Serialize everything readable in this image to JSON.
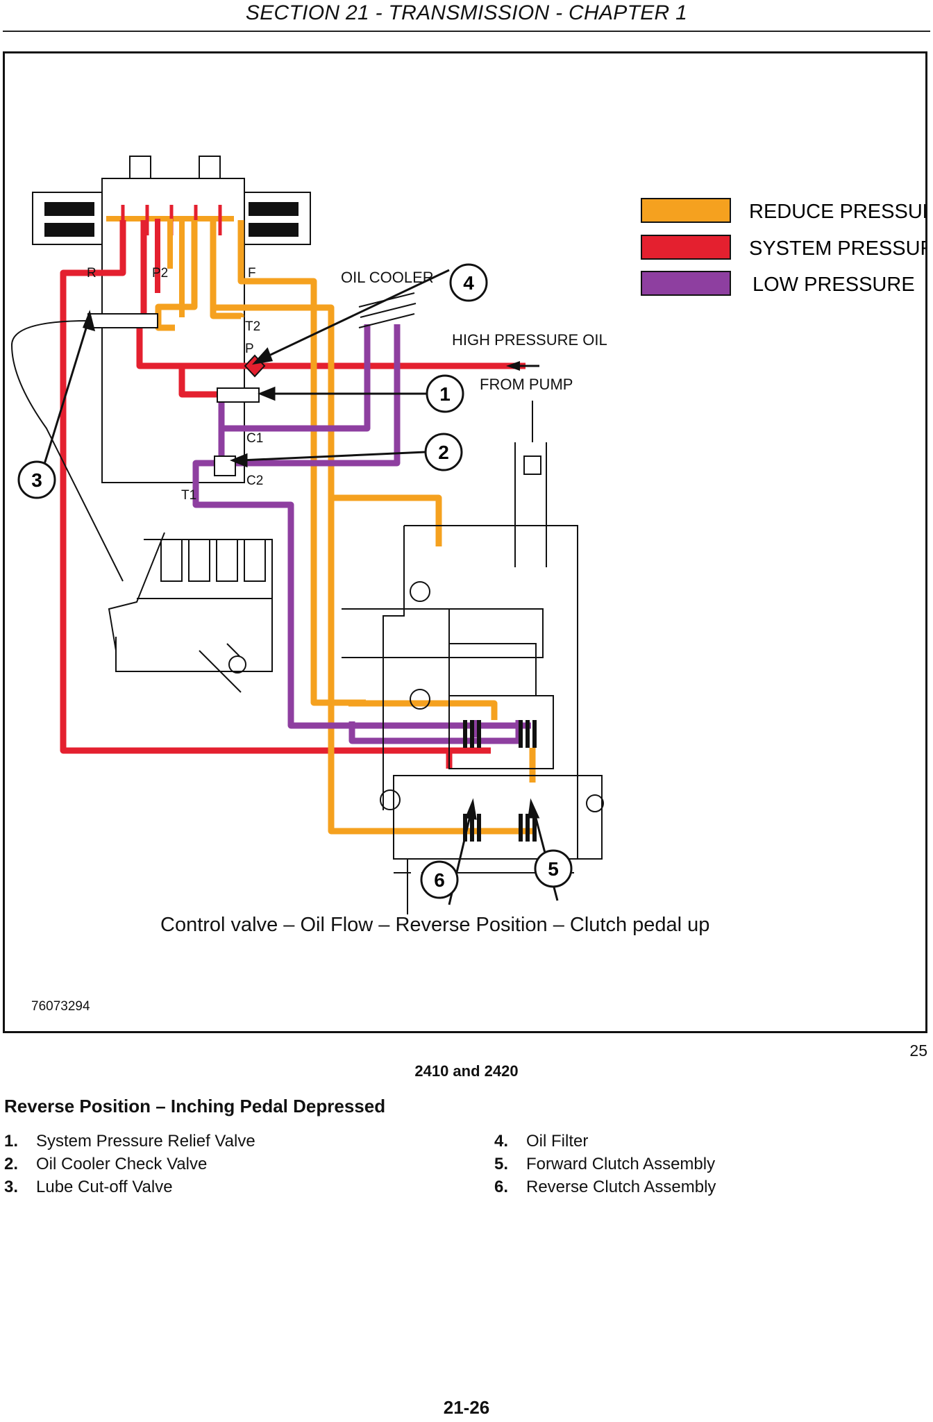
{
  "header": {
    "title": "SECTION 21 - TRANSMISSION - CHAPTER 1"
  },
  "colors": {
    "reduce": "#f5a11f",
    "system": "#e4202f",
    "low": "#8e3fa0",
    "line": "#111111"
  },
  "figure": {
    "legend": [
      {
        "label": "REDUCE PRESSURE",
        "color_key": "reduce"
      },
      {
        "label": "SYSTEM PRESSURE",
        "color_key": "system"
      },
      {
        "label": "LOW PRESSURE",
        "color_key": "low"
      }
    ],
    "labels": {
      "oil_cooler": "OIL COOLER",
      "high_pressure_oil": "HIGH PRESSURE OIL",
      "from_pump": "FROM PUMP",
      "r": "R",
      "p2": "P2",
      "f": "F",
      "t2": "T2",
      "p": "P",
      "c1": "C1",
      "c2": "C2",
      "t1": "T1"
    },
    "callouts": [
      "1",
      "2",
      "3",
      "4",
      "5",
      "6"
    ],
    "caption": "Control valve – Oil Flow – Reverse Position – Clutch pedal up",
    "part_number": "76073294",
    "figure_number": "25",
    "models": "2410 and 2420"
  },
  "section_heading": "Reverse Position – Inching Pedal Depressed",
  "legend_items": [
    {
      "num": "1.",
      "text": "System Pressure Relief Valve"
    },
    {
      "num": "2.",
      "text": "Oil Cooler Check Valve"
    },
    {
      "num": "3.",
      "text": "Lube Cut-off Valve"
    },
    {
      "num": "4.",
      "text": "Oil Filter"
    },
    {
      "num": "5.",
      "text": "Forward Clutch Assembly"
    },
    {
      "num": "6.",
      "text": "Reverse Clutch Assembly"
    }
  ],
  "page_number": "21-26"
}
